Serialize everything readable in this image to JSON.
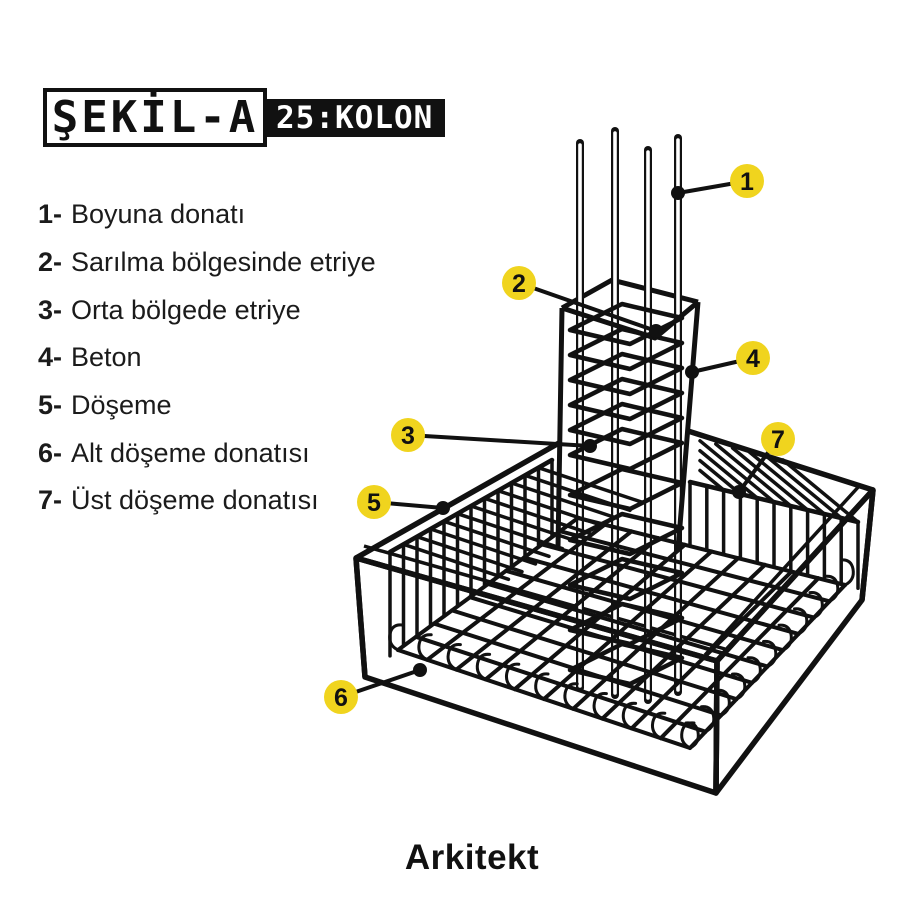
{
  "header": {
    "figure_label": "ŞEKİL-A",
    "figure_tag": "25:KOLON"
  },
  "legend": {
    "items": [
      {
        "num": "1-",
        "label": "Boyuna donatı"
      },
      {
        "num": "2-",
        "label": "Sarılma bölgesinde etriye"
      },
      {
        "num": "3-",
        "label": "Orta bölgede etriye"
      },
      {
        "num": "4-",
        "label": "Beton"
      },
      {
        "num": "5-",
        "label": "Döşeme"
      },
      {
        "num": "6-",
        "label": "Alt döşeme donatısı"
      },
      {
        "num": "7-",
        "label": "Üst döşeme donatısı"
      }
    ]
  },
  "callouts": [
    {
      "num": "1"
    },
    {
      "num": "2"
    },
    {
      "num": "3"
    },
    {
      "num": "4"
    },
    {
      "num": "5"
    },
    {
      "num": "6"
    },
    {
      "num": "7"
    }
  ],
  "colors": {
    "callout_yellow": "#F0D41E",
    "ink": "#111111"
  },
  "footer": {
    "brand": "Arkitekt"
  }
}
